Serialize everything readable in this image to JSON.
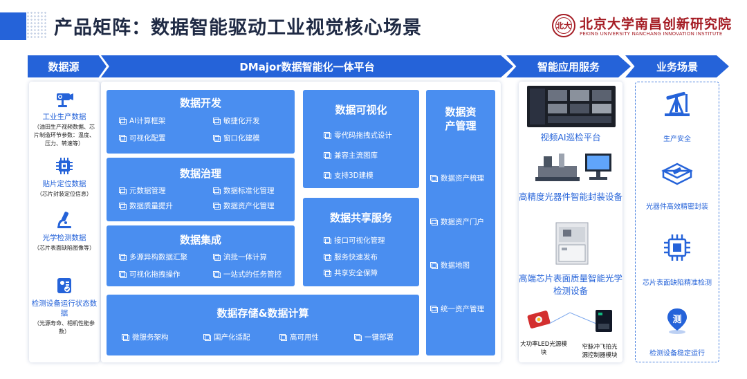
{
  "header": {
    "title": "产品矩阵：数据智能驱动工业视觉核心场景",
    "logo_cn": "北京大学南昌创新研究院",
    "logo_en": "PEKING UNIVERSITY NANCHANG INNOVATION INSTITUTE"
  },
  "columns": {
    "source": "数据源",
    "platform": "DMajor数据智能化一体平台",
    "app": "智能应用服务",
    "biz": "业务场景"
  },
  "sources": [
    {
      "title": "工业生产数据",
      "sub": "（油田生产视频数据、芯片制造环节参数：温度、压力、转速等）",
      "icon": "camera-icon"
    },
    {
      "title": "贴片定位数据",
      "sub": "（芯片封装定位信息）",
      "icon": "chip-icon"
    },
    {
      "title": "光学检测数据",
      "sub": "（芯片表面缺陷图像等）",
      "icon": "microscope-icon"
    },
    {
      "title": "检测设备运行状态数据",
      "sub": "（光源寿命、相机性能参数）",
      "icon": "device-status-icon"
    }
  ],
  "panels": {
    "dev": {
      "title": "数据开发",
      "items": [
        "AI计算框架",
        "敏捷化开发",
        "可视化配置",
        "窗口化建模"
      ]
    },
    "gov": {
      "title": "数据治理",
      "items": [
        "元数据管理",
        "数据标准化管理",
        "数据质量提升",
        "数据资产化管理"
      ]
    },
    "int": {
      "title": "数据集成",
      "items": [
        "多源异构数据汇聚",
        "流批一体计算",
        "可视化拖拽操作",
        "一站式的任务管控"
      ]
    },
    "store": {
      "title": "数据存储&数据计算",
      "items": [
        "微服务架构",
        "国产化适配",
        "高可用性",
        "一键部署"
      ]
    },
    "vis": {
      "title": "数据可视化",
      "items": [
        "零代码拖拽式设计",
        "兼容主流图库",
        "支持3D建模"
      ]
    },
    "share": {
      "title": "数据共享服务",
      "items": [
        "接口可视化管理",
        "服务快速发布",
        "共享安全保障"
      ]
    },
    "asset": {
      "title": "数据资产管理",
      "items": [
        "数据资产梳理",
        "数据资产门户",
        "数据地图",
        "统一资产管理"
      ]
    }
  },
  "apps": {
    "a1": "视频AI巡检平台",
    "a2": "高精度光器件智能封装设备",
    "a3": "高端芯片表面质量智能光学检测设备",
    "led": "大功率LED光源模块",
    "ctrl": "窄脉冲飞拍光源控制器模块"
  },
  "biz": [
    {
      "label": "生产安全",
      "icon": "oil-pump-icon"
    },
    {
      "label": "光器件高效精密封装",
      "icon": "package-chip-icon"
    },
    {
      "label": "芯片表面缺陷精准检测",
      "icon": "chip-inspect-icon"
    },
    {
      "label": "检测设备稳定运行",
      "icon": "location-pin-icon",
      "glyph": "测"
    }
  ],
  "colors": {
    "accent": "#2563d9",
    "panel": "#4a8ef0",
    "brand": "#a51c24"
  }
}
